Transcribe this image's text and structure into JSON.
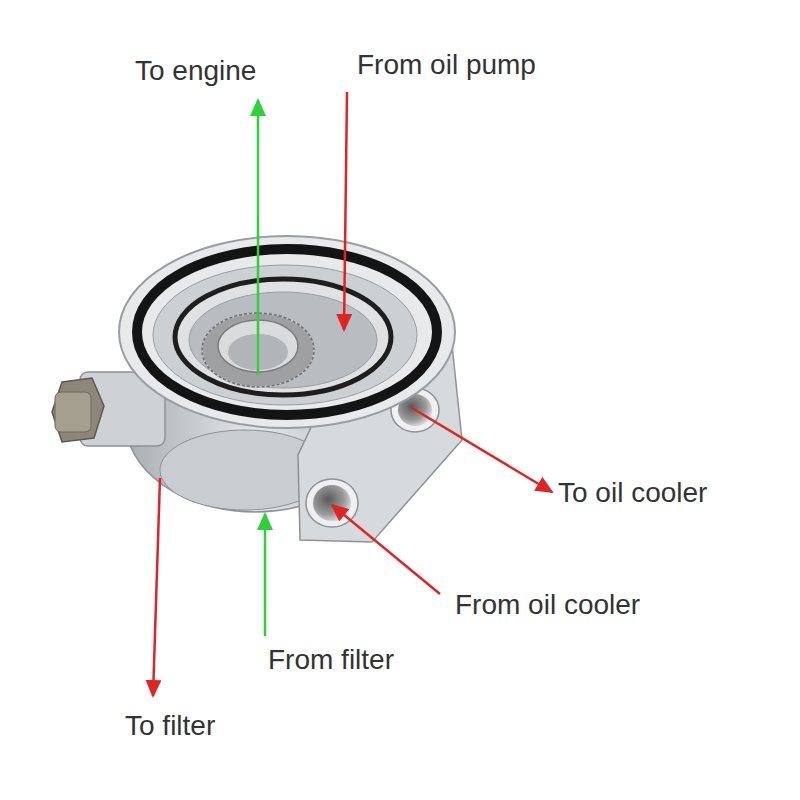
{
  "diagram": {
    "labels": [
      "To engine",
      "From oil pump",
      "To oil cooler",
      "From oil cooler",
      "From filter",
      "To filter"
    ]
  }
}
